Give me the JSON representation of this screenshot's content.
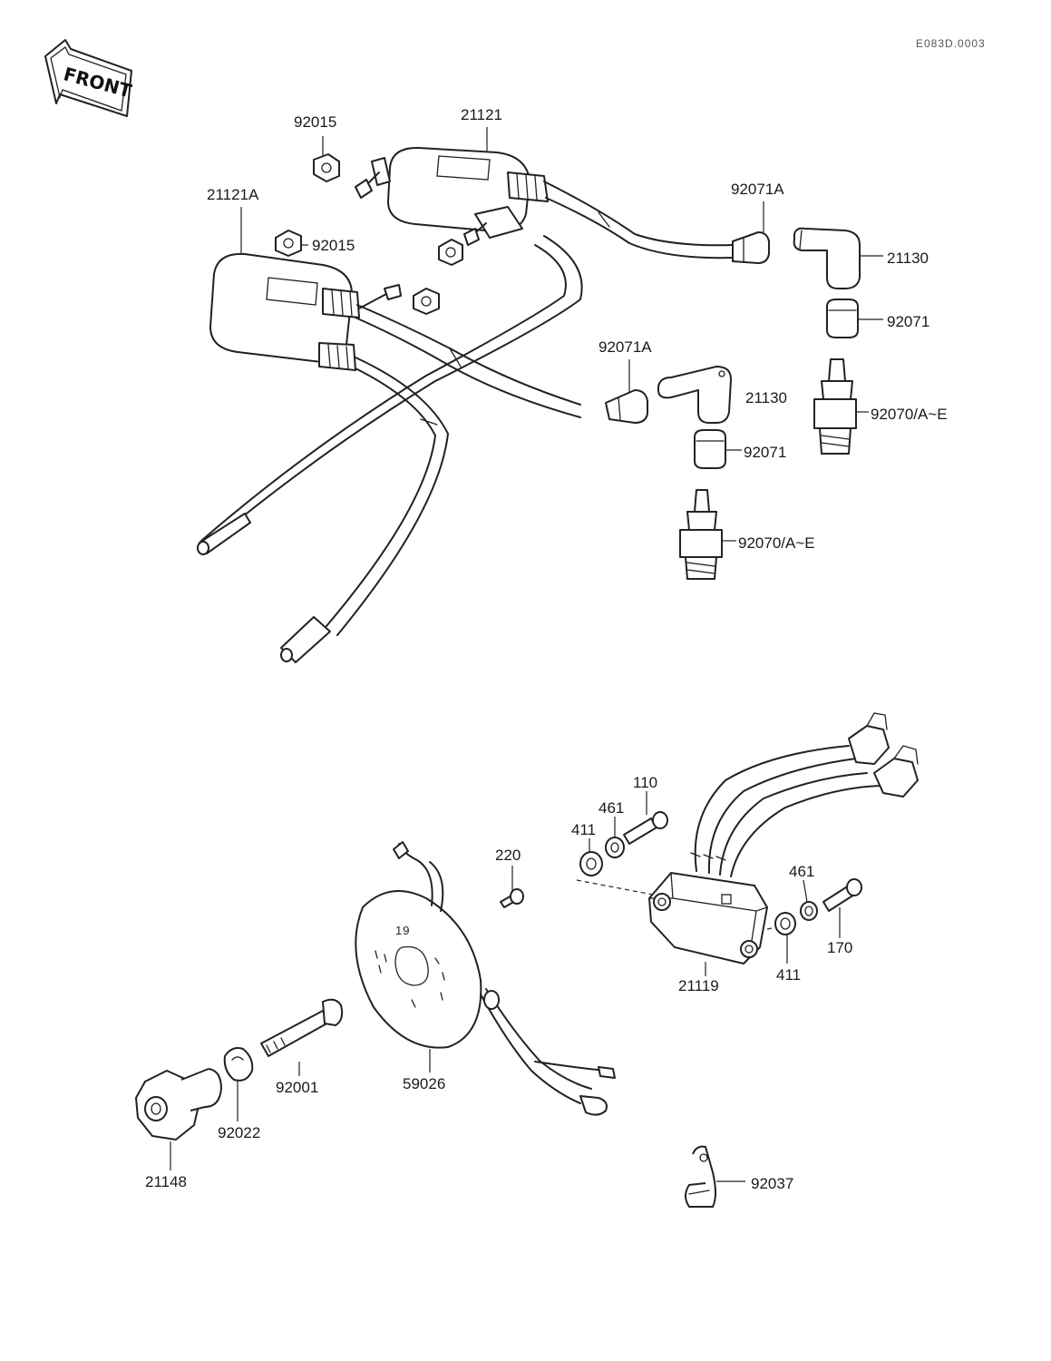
{
  "diagram": {
    "drawing_code": "E083D.0003",
    "front_label": "FRONT",
    "callouts": {
      "c92015_top": "92015",
      "c21121": "21121",
      "c21121A": "21121A",
      "c92015_mid": "92015",
      "c92071A_top": "92071A",
      "c21130_top": "21130",
      "c92071_top": "92071",
      "c92071A_mid": "92071A",
      "c21130_mid": "21130",
      "c92070_top": "92070/A~E",
      "c92071_mid": "92071",
      "c92070_mid": "92070/A~E",
      "c110": "110",
      "c461_left": "461",
      "c411_left": "411",
      "c220": "220",
      "c461_right": "461",
      "c170": "170",
      "c411_right": "411",
      "c21119": "21119",
      "c92001": "92001",
      "c59026": "59026",
      "c92022": "92022",
      "c21148": "21148",
      "c92037": "92037"
    }
  }
}
